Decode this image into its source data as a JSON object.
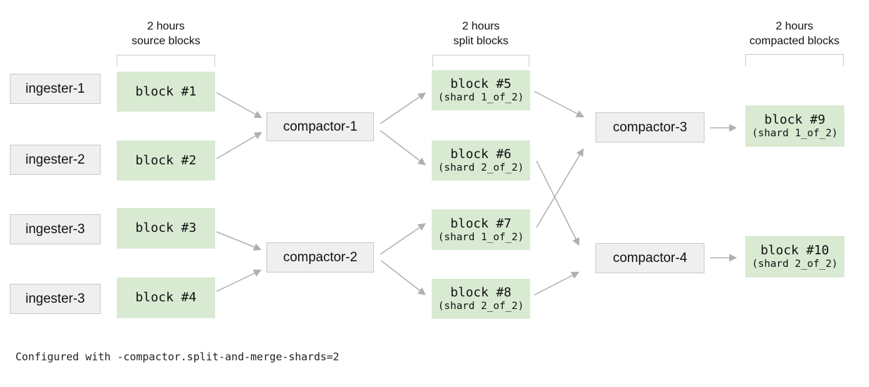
{
  "column_headers": {
    "source": {
      "line1": "2 hours",
      "line2": "source blocks"
    },
    "split": {
      "line1": "2 hours",
      "line2": "split blocks"
    },
    "compacted": {
      "line1": "2 hours",
      "line2": "compacted blocks"
    }
  },
  "ingesters": [
    {
      "label": "ingester-1"
    },
    {
      "label": "ingester-2"
    },
    {
      "label": "ingester-3"
    },
    {
      "label": "ingester-3"
    }
  ],
  "compactors": [
    {
      "label": "compactor-1"
    },
    {
      "label": "compactor-2"
    },
    {
      "label": "compactor-3"
    },
    {
      "label": "compactor-4"
    }
  ],
  "source_blocks": [
    {
      "label": "block #1"
    },
    {
      "label": "block #2"
    },
    {
      "label": "block #3"
    },
    {
      "label": "block #4"
    }
  ],
  "split_blocks": [
    {
      "label": "block #5",
      "shard": "(shard 1_of_2)"
    },
    {
      "label": "block #6",
      "shard": "(shard 2_of_2)"
    },
    {
      "label": "block #7",
      "shard": "(shard 1_of_2)"
    },
    {
      "label": "block #8",
      "shard": "(shard 2_of_2)"
    }
  ],
  "compacted_blocks": [
    {
      "label": "block #9",
      "shard": "(shard 1_of_2)"
    },
    {
      "label": "block #10",
      "shard": "(shard 2_of_2)"
    }
  ],
  "footer": {
    "config_text": "Configured with -compactor.split-and-merge-shards=2"
  },
  "colors": {
    "block_fill": "#d9ead3",
    "node_fill": "#efefef",
    "node_border": "#c9c9c9",
    "arrow": "#b0b0b0",
    "bracket": "#cccccc",
    "text": "#111111"
  }
}
